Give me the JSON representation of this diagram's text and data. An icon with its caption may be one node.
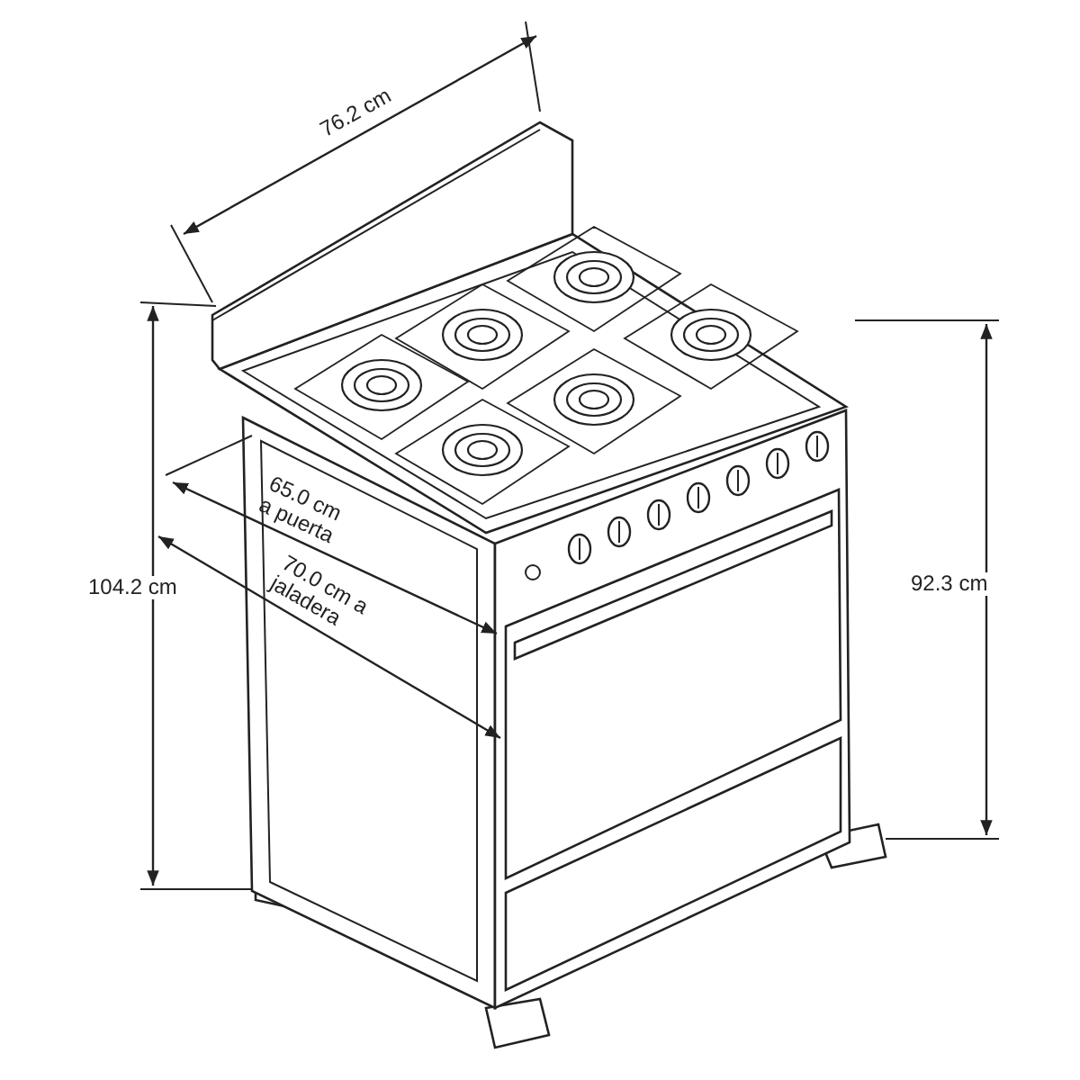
{
  "diagram": {
    "labels": [
      "76.2 cm",
      "65.0 cm a puerta",
      "70.0 cm a jaladera",
      "104.2 cm",
      "92.3 cm"
    ]
  }
}
